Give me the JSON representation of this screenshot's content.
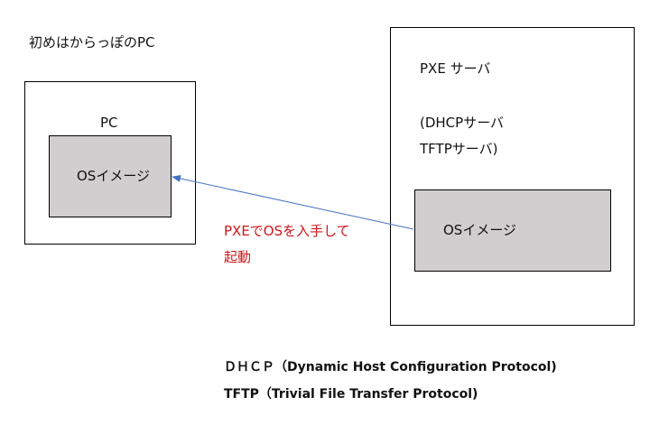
{
  "intro_text": "初めはからっぽのPC",
  "pc": {
    "title": "PC",
    "os_image": "OSイメージ"
  },
  "server": {
    "title": "PXE サーバ",
    "role_line1": "(DHCPサーバ",
    "role_line2": "TFTPサーバ)",
    "os_image": "OSイメージ"
  },
  "arrow": {
    "label_line1": "PXEでOSを入手して",
    "label_line2": "起動",
    "color": "#4472c4",
    "label_color": "#d0171b"
  },
  "footnotes": {
    "dhcp": "ＤＨＣＰ（Dynamic Host Configuration Protocol)",
    "tftp": "TFTP（Trivial File Transfer Protocol)"
  }
}
